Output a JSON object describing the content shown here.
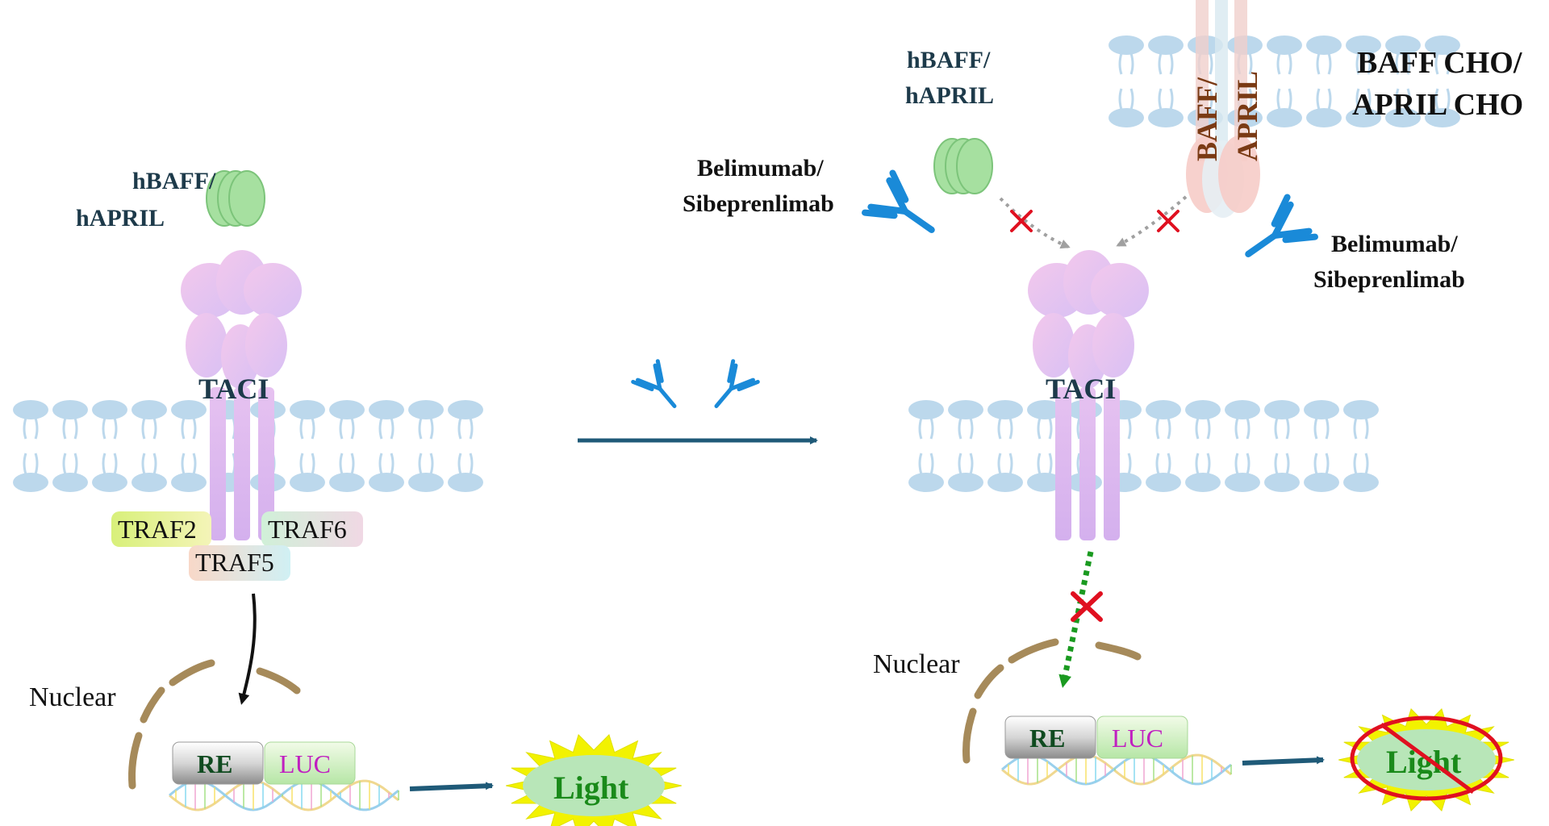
{
  "left_panel": {
    "ligand_label_line1": "hBAFF/",
    "ligand_label_line2": "hAPRIL",
    "receptor_label": "TACI",
    "traf_labels": [
      "TRAF2",
      "TRAF6",
      "TRAF5"
    ],
    "nuclear_label": "Nuclear",
    "re_label": "RE",
    "luc_label": "LUC",
    "light_label": "Light"
  },
  "right_panel": {
    "ligand_label_line1": "hBAFF/",
    "ligand_label_line2": "hAPRIL",
    "antibody_label_left_line1": "Belimumab/",
    "antibody_label_left_line2": "Sibeprenlimab",
    "antibody_label_right_line1": "Belimumab/",
    "antibody_label_right_line2": "Sibeprenlimab",
    "cell_label_line1": "BAFF CHO/",
    "cell_label_line2": "APRIL CHO",
    "membrane_protein_label_line1": "BAFF/",
    "membrane_protein_label_line2": "APRIL",
    "receptor_label": "TACI",
    "nuclear_label": "Nuclear",
    "re_label": "RE",
    "luc_label": "LUC",
    "light_label": "Light"
  },
  "colors": {
    "membrane": "#bcd8ec",
    "receptor": "#e3bff0",
    "ligand": "#a6e0a0",
    "antibody": "#1a8ad8",
    "arrow": "#1f5a78",
    "inhibit": "#e01020",
    "nuclear": "#a68a5a",
    "light_burst": "#f2f200",
    "green_arrow": "#1a9a20"
  }
}
